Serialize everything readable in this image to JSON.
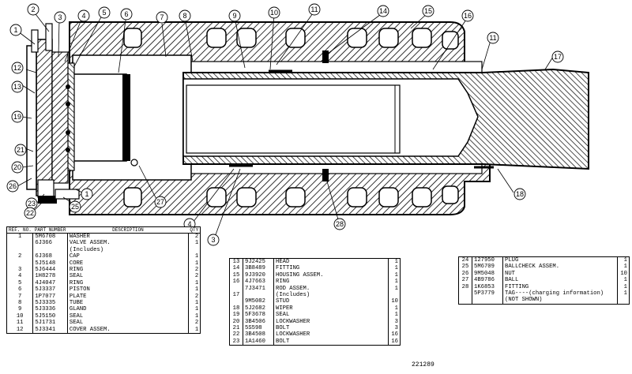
{
  "drawing": {
    "drawing_number": "221289",
    "callouts": [
      "1",
      "2",
      "3",
      "4",
      "5",
      "6",
      "7",
      "8",
      "9",
      "10",
      "11",
      "11",
      "14",
      "15",
      "16",
      "17",
      "12",
      "13",
      "19",
      "21",
      "20",
      "26",
      "23",
      "22",
      "25",
      "1",
      "27",
      "4",
      "3",
      "28",
      "18"
    ]
  },
  "table_headers": {
    "ref_no": "REF. NO.",
    "part_number": "PART NUMBER",
    "description": "DESCRIPTION",
    "qty": "QTY"
  },
  "parts_table_1": [
    {
      "ref": "1",
      "part": "5M6708",
      "desc": "WASHER",
      "qty": "2"
    },
    {
      "ref": "",
      "part": "6J366",
      "desc": "VALVE ASSEM.",
      "qty": "1"
    },
    {
      "ref": "",
      "part": "",
      "desc": "(Includes)",
      "qty": ""
    },
    {
      "ref": "2",
      "part": "6J368",
      "desc": "CAP",
      "qty": "1"
    },
    {
      "ref": "",
      "part": "5J5148",
      "desc": "CORE",
      "qty": "1"
    },
    {
      "ref": "3",
      "part": "5J6444",
      "desc": "RING",
      "qty": "2"
    },
    {
      "ref": "4",
      "part": "1H8278",
      "desc": "SEAL",
      "qty": "2"
    },
    {
      "ref": "5",
      "part": "4J4047",
      "desc": "RING",
      "qty": "1"
    },
    {
      "ref": "6",
      "part": "5J3337",
      "desc": "PISTON",
      "qty": "1"
    },
    {
      "ref": "7",
      "part": "1P7077",
      "desc": "PLATE",
      "qty": "2"
    },
    {
      "ref": "8",
      "part": "5J3335",
      "desc": "TUBE",
      "qty": "1"
    },
    {
      "ref": "9",
      "part": "5J3336",
      "desc": "GLAND",
      "qty": "1"
    },
    {
      "ref": "10",
      "part": "5J5150",
      "desc": "SEAL",
      "qty": "1"
    },
    {
      "ref": "11",
      "part": "5J1731",
      "desc": "SEAL",
      "qty": "2"
    },
    {
      "ref": "12",
      "part": "5J3341",
      "desc": "COVER ASSEM.",
      "qty": "1"
    }
  ],
  "parts_table_2": [
    {
      "ref": "13",
      "part": "9J2425",
      "desc": "HEAD",
      "qty": "1"
    },
    {
      "ref": "14",
      "part": "3B8489",
      "desc": "FITTING",
      "qty": "1"
    },
    {
      "ref": "15",
      "part": "9J3920",
      "desc": "HOUSING ASSEM.",
      "qty": "1"
    },
    {
      "ref": "16",
      "part": "4J7663",
      "desc": "RING",
      "qty": "1"
    },
    {
      "ref": "",
      "part": "7J3471",
      "desc": "ROD ASSEM.",
      "qty": "1"
    },
    {
      "ref": "17",
      "part": "",
      "desc": "(Includes)",
      "qty": ""
    },
    {
      "ref": "",
      "part": "9M5082",
      "desc": "STUD",
      "qty": "10"
    },
    {
      "ref": "18",
      "part": "5J2682",
      "desc": "WIPER",
      "qty": "1"
    },
    {
      "ref": "19",
      "part": "5F3678",
      "desc": "SEAL",
      "qty": "1"
    },
    {
      "ref": "20",
      "part": "3B4506",
      "desc": "LOCKWASHER",
      "qty": "3"
    },
    {
      "ref": "21",
      "part": "5S598",
      "desc": "BOLT",
      "qty": "3"
    },
    {
      "ref": "22",
      "part": "3B4508",
      "desc": "LOCKWASHER",
      "qty": "16"
    },
    {
      "ref": "23",
      "part": "1A1460",
      "desc": "BOLT",
      "qty": "16"
    }
  ],
  "parts_table_3": [
    {
      "ref": "24",
      "part": "127950",
      "desc": "PLUG",
      "qty": "1"
    },
    {
      "ref": "25",
      "part": "5M6709",
      "desc": "BALLCHECK ASSEM.",
      "qty": "1"
    },
    {
      "ref": "26",
      "part": "9M5048",
      "desc": "NUT",
      "qty": "10"
    },
    {
      "ref": "27",
      "part": "4B9786",
      "desc": "BALL",
      "qty": "1"
    },
    {
      "ref": "28",
      "part": "1K6853",
      "desc": "FITTING",
      "qty": "1"
    },
    {
      "ref": "",
      "part": "5P3779",
      "desc": "TAG----(charging information)",
      "qty": "1"
    },
    {
      "ref": "",
      "part": "",
      "desc": "(NOT SHOWN)",
      "qty": ""
    }
  ]
}
